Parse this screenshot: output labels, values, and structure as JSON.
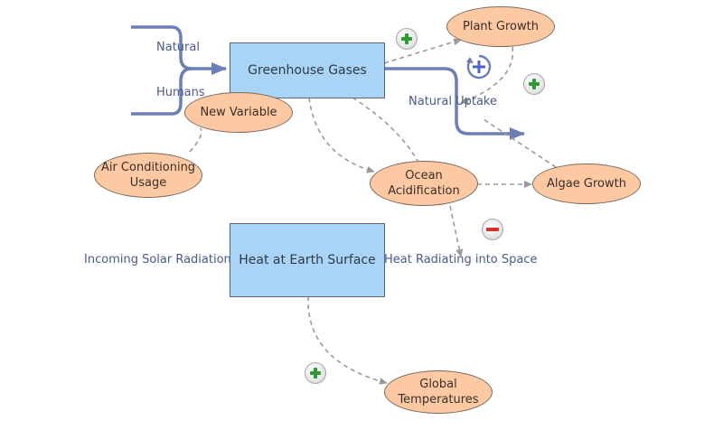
{
  "stocks": {
    "greenhouse": "Greenhouse Gases",
    "heat": "Heat at Earth Surface"
  },
  "variables": {
    "plant_growth": "Plant Growth",
    "new_variable": "New Variable",
    "air_conditioning": "Air Conditioning\nUsage",
    "ocean_acidification": "Ocean\nAcidification",
    "algae_growth": "Algae Growth",
    "global_temperatures": "Global\nTemperatures"
  },
  "flows": {
    "natural": "Natural",
    "humans": "Humans",
    "natural_uptake": "Natural Uptake",
    "incoming_solar": "Incoming Solar Radiation",
    "heat_radiating": "Heat Radiating into Space"
  },
  "polarities": {
    "gg_to_plant": "+",
    "plant_to_uptake": "+",
    "acid_to_radiating": "−",
    "heat_to_temps": "+",
    "loop": "+"
  },
  "colors": {
    "stock_fill": "#a9d4f6",
    "variable_fill": "#fcc9a3",
    "flow": "#6b7fb5",
    "link": "#9a9a9a",
    "positive": "#2e9a32",
    "negative": "#d2312b"
  }
}
